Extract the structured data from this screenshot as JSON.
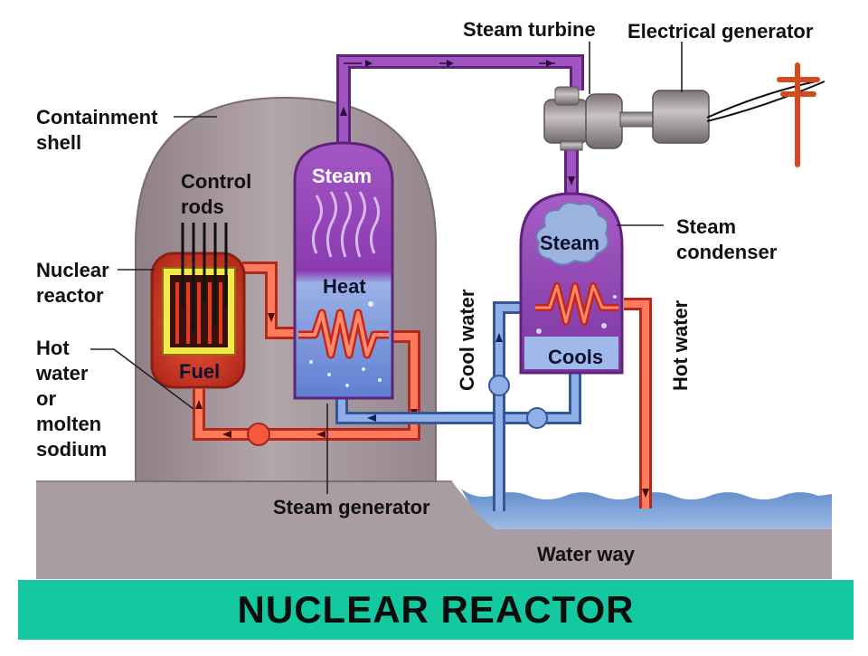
{
  "title": "NUCLEAR REACTOR",
  "labels": {
    "steam_turbine": "Steam turbine",
    "electrical_generator": "Electrical generator",
    "containment_line1": "Containment",
    "containment_line2": "shell",
    "control_rods_line1": "Control",
    "control_rods_line2": "rods",
    "nuclear_reactor_line1": "Nuclear",
    "nuclear_reactor_line2": "reactor",
    "hot_water_line1": "Hot",
    "hot_water_line2": "water",
    "hot_water_line3": "or",
    "hot_water_line4": "molten",
    "hot_water_line5": "sodium",
    "steam_in_generator": "Steam",
    "heat": "Heat",
    "fuel": "Fuel",
    "steam_in_condenser": "Steam",
    "cools": "Cools",
    "steam_condenser_line1": "Steam",
    "steam_condenser_line2": "condenser",
    "cool_water": "Cool water",
    "hot_water_vertical": "Hot water",
    "steam_generator": "Steam generator",
    "water_way": "Water way"
  },
  "colors": {
    "title_bar": "#14c9a0",
    "steam_pipe": "#8a3fa8",
    "hot_pipe": "#e8452c",
    "cool_pipe": "#6d8fd0",
    "containment": "#a3959b",
    "water": "#6e97cf",
    "ground": "#a59aa0"
  }
}
